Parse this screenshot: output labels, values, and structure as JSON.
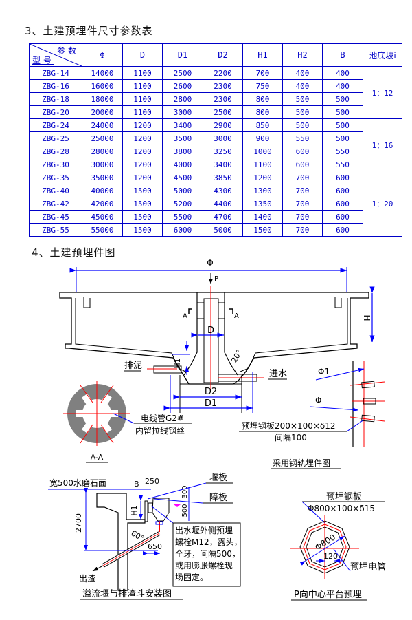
{
  "section3": {
    "title": "3、土建预埋件尺寸参数表",
    "header_diag_top": "参数",
    "header_diag_bottom": "型号",
    "columns": [
      "Φ",
      "D",
      "D1",
      "D2",
      "H1",
      "H2",
      "B"
    ],
    "slope_header": "池底坡i",
    "rows": [
      {
        "model": "ZBG-14",
        "values": [
          "14000",
          "1100",
          "2500",
          "2200",
          "700",
          "400",
          "400"
        ]
      },
      {
        "model": "ZBG-16",
        "values": [
          "16000",
          "1100",
          "2600",
          "2300",
          "750",
          "400",
          "400"
        ]
      },
      {
        "model": "ZBG-18",
        "values": [
          "18000",
          "1100",
          "2800",
          "2300",
          "800",
          "500",
          "500"
        ]
      },
      {
        "model": "ZBG-20",
        "values": [
          "20000",
          "1100",
          "3000",
          "2500",
          "800",
          "500",
          "500"
        ]
      },
      {
        "model": "ZBG-24",
        "values": [
          "24000",
          "1200",
          "3400",
          "2900",
          "850",
          "500",
          "500"
        ]
      },
      {
        "model": "ZBG-25",
        "values": [
          "25000",
          "1200",
          "3500",
          "3000",
          "900",
          "550",
          "500"
        ]
      },
      {
        "model": "ZBG-28",
        "values": [
          "28000",
          "1200",
          "3800",
          "3250",
          "1000",
          "600",
          "550"
        ]
      },
      {
        "model": "ZBG-30",
        "values": [
          "30000",
          "1200",
          "4000",
          "3400",
          "1100",
          "600",
          "550"
        ]
      },
      {
        "model": "ZBG-35",
        "values": [
          "35000",
          "1200",
          "4500",
          "3850",
          "1200",
          "700",
          "600"
        ]
      },
      {
        "model": "ZBG-40",
        "values": [
          "40000",
          "1500",
          "5000",
          "4300",
          "1300",
          "700",
          "600"
        ]
      },
      {
        "model": "ZBG-42",
        "values": [
          "42000",
          "1500",
          "5200",
          "4400",
          "1350",
          "700",
          "600"
        ]
      },
      {
        "model": "ZBG-45",
        "values": [
          "45000",
          "1500",
          "5500",
          "4700",
          "1400",
          "700",
          "600"
        ]
      },
      {
        "model": "ZBG-55",
        "values": [
          "55000",
          "1500",
          "6000",
          "5000",
          "1500",
          "700",
          "600"
        ]
      }
    ],
    "slopes": [
      "1：12",
      "1：16",
      "1：20"
    ]
  },
  "section4": {
    "title": "4、土建预埋件图",
    "main_section": {
      "phi": "Φ",
      "p": "P",
      "a_left": "A",
      "a_right": "A",
      "d": "D",
      "h": "H",
      "h1": "H1",
      "angle": "20°",
      "d1": "D1",
      "d2": "D2",
      "sludge": "排泥",
      "inlet": "进水"
    },
    "aa_section": {
      "label": "A-A",
      "conduit": "电线管G2#",
      "wire": "内留拉线钢丝"
    },
    "rail_embed": {
      "phi1": "Φ1",
      "phi": "Φ",
      "plate": "预埋钢板200×100×δ12",
      "spacing": "间隔100",
      "caption": "采用钢轨埋件图"
    },
    "weir": {
      "terrazzo": "宽500水磨石面",
      "b": "B",
      "w250": "250",
      "weir_plate": "堰板",
      "baffle": "障板",
      "h1": "H1",
      "h2700": "2700",
      "v500": "500",
      "v300": "300",
      "angle": "60°",
      "w650": "650",
      "slag": "出渣",
      "note": [
        "出水堰外侧预埋",
        "螺栓M12，露头，",
        "全牙，间隔500，",
        "或用膨胀螺栓现",
        "场固定。"
      ],
      "caption": "溢流堰与排渣斗安装图"
    },
    "platform": {
      "plate": "预埋钢板",
      "plate_spec": "Φ800×100×δ15",
      "dia": "Φ800",
      "w120": "120",
      "conduit": "预埋电管",
      "caption": "P向中心平台预埋"
    }
  },
  "colors": {
    "table_blue": "#0000c8",
    "dim_blue": "#0000ff",
    "center_red": "#ff0000",
    "magenta": "#ff00ff",
    "gray_fill": "#808080"
  }
}
